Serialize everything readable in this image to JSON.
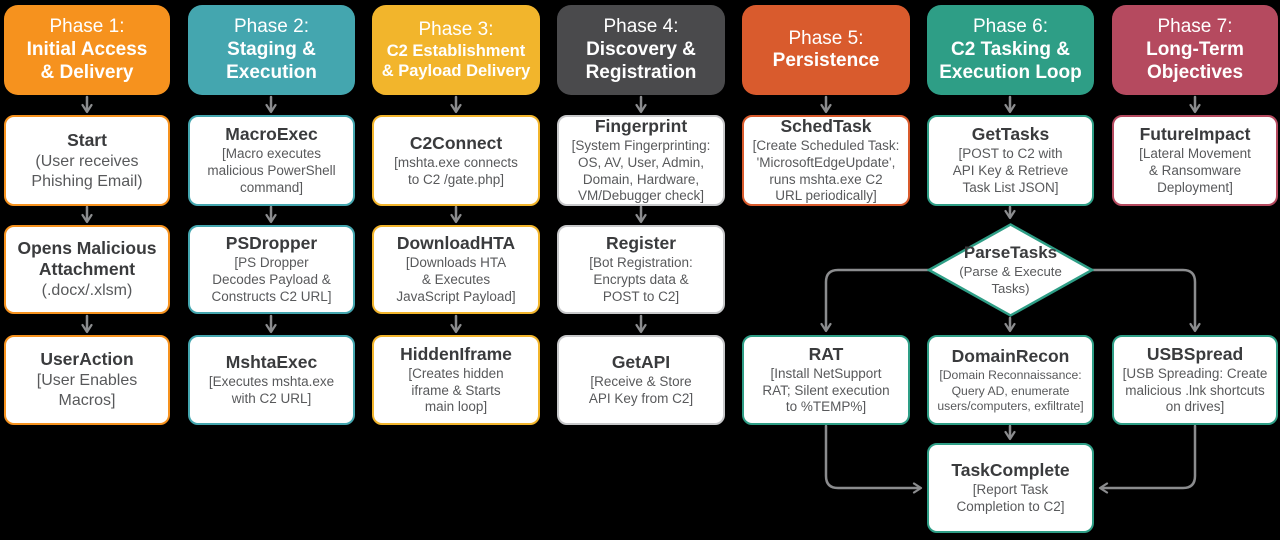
{
  "colors": {
    "background": "#000000",
    "arrow": "#8B8C8E",
    "node_background": "#FFFFFF",
    "node_title_text": "#3A3B3D",
    "node_desc_text": "#58595B",
    "header_text": "#FFFFFF",
    "phase_colors": [
      "#F6921E",
      "#44A6AF",
      "#F2B52C",
      "#4A4A4C",
      "#D95B2D",
      "#2E9E86",
      "#B54A5F"
    ],
    "loop_accent": "#2E9E86"
  },
  "columns": [
    {
      "header": {
        "prefix": "Phase 1:",
        "title": "Initial Access\n& Delivery"
      },
      "color": "#F6921E",
      "nodes": [
        {
          "title": "Start",
          "desc": "(User receives\nPhishing Email)"
        },
        {
          "title": "Opens Malicious\nAttachment",
          "desc": "(.docx/.xlsm)"
        },
        {
          "title": "UserAction",
          "desc": "[User Enables\nMacros]"
        }
      ]
    },
    {
      "header": {
        "prefix": "Phase 2:",
        "title": "Staging &\nExecution"
      },
      "color": "#44A6AF",
      "nodes": [
        {
          "title": "MacroExec",
          "desc": "[Macro executes\nmalicious PowerShell\ncommand]"
        },
        {
          "title": "PSDropper",
          "desc": "[PS Dropper\nDecodes Payload &\nConstructs C2 URL]"
        },
        {
          "title": "MshtaExec",
          "desc": "[Executes mshta.exe\nwith C2 URL]"
        }
      ]
    },
    {
      "header": {
        "prefix": "Phase 3:",
        "title": "C2 Establishment\n& Payload Delivery"
      },
      "color": "#F2B52C",
      "nodes": [
        {
          "title": "C2Connect",
          "desc": "[mshta.exe connects\nto C2 /gate.php]"
        },
        {
          "title": "DownloadHTA",
          "desc": "[Downloads HTA\n& Executes\nJavaScript Payload]"
        },
        {
          "title": "HiddenIframe",
          "desc": "[Creates hidden\niframe & Starts\nmain loop]"
        }
      ]
    },
    {
      "header": {
        "prefix": "Phase 4:",
        "title": "Discovery &\nRegistration"
      },
      "color": "#4A4A4C",
      "nodes": [
        {
          "title": "Fingerprint",
          "desc": "[System Fingerprinting:\nOS, AV, User, Admin,\nDomain, Hardware,\nVM/Debugger check]"
        },
        {
          "title": "Register",
          "desc": "[Bot Registration:\nEncrypts data &\nPOST to C2]"
        },
        {
          "title": "GetAPI",
          "desc": "[Receive & Store\nAPI Key from C2]"
        }
      ]
    },
    {
      "header": {
        "prefix": "Phase 5:",
        "title": "Persistence"
      },
      "color": "#D95B2D",
      "nodes": [
        {
          "title": "SchedTask",
          "desc": "[Create Scheduled Task:\n'MicrosoftEdgeUpdate',\nruns mshta.exe C2\nURL periodically]"
        }
      ]
    },
    {
      "header": {
        "prefix": "Phase 6:",
        "title": "C2 Tasking &\nExecution Loop"
      },
      "color": "#2E9E86",
      "nodes": [
        {
          "title": "GetTasks",
          "desc": "[POST to C2 with\nAPI Key & Retrieve\nTask List JSON]"
        }
      ]
    },
    {
      "header": {
        "prefix": "Phase 7:",
        "title": "Long-Term\nObjectives"
      },
      "color": "#B54A5F",
      "nodes": [
        {
          "title": "FutureImpact",
          "desc": "[Lateral Movement\n& Ransomware\nDeployment]"
        }
      ]
    }
  ],
  "loop": {
    "parse_tasks": {
      "title": "ParseTasks",
      "desc": "(Parse & Execute\nTasks)"
    },
    "rat": {
      "title": "RAT",
      "desc": "[Install NetSupport\nRAT; Silent execution\nto %TEMP%]"
    },
    "domain_recon": {
      "title": "DomainRecon",
      "desc": "[Domain Reconnaissance:\nQuery AD, enumerate\nusers/computers, exfiltrate]"
    },
    "usb_spread": {
      "title": "USBSpread",
      "desc": "[USB Spreading: Create\nmalicious .lnk shortcuts\non drives]"
    },
    "task_complete": {
      "title": "TaskComplete",
      "desc": "[Report Task\nCompletion to C2]"
    }
  }
}
